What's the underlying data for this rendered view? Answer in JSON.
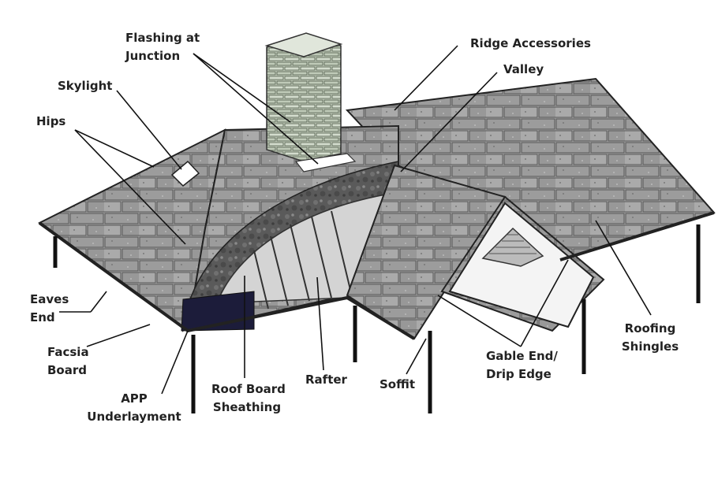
{
  "diagram": {
    "labels": {
      "flashing": [
        "Flashing at",
        "Junction"
      ],
      "ridge": "Ridge Accessories",
      "valley": "Valley",
      "skylight": "Skylight",
      "hips": "Hips",
      "eaves": [
        "Eaves",
        "End"
      ],
      "facsia": [
        "Facsia",
        "Board"
      ],
      "app": [
        "APP",
        "Underlayment"
      ],
      "sheathing": [
        "Roof Board",
        "Sheathing"
      ],
      "rafter": "Rafter",
      "soffit": "Soffit",
      "gable": [
        "Gable End/",
        "Drip Edge"
      ],
      "shingles": [
        "Roofing",
        "Shingles"
      ]
    },
    "colors": {
      "shingle": "#a3a3a3",
      "shingle_dark": "#8a8a8a",
      "underlayment": "#1c1c3a",
      "sheathing": "#6e6e6e",
      "line": "#1a1a1a",
      "chimney": "#c9d2c3"
    }
  }
}
